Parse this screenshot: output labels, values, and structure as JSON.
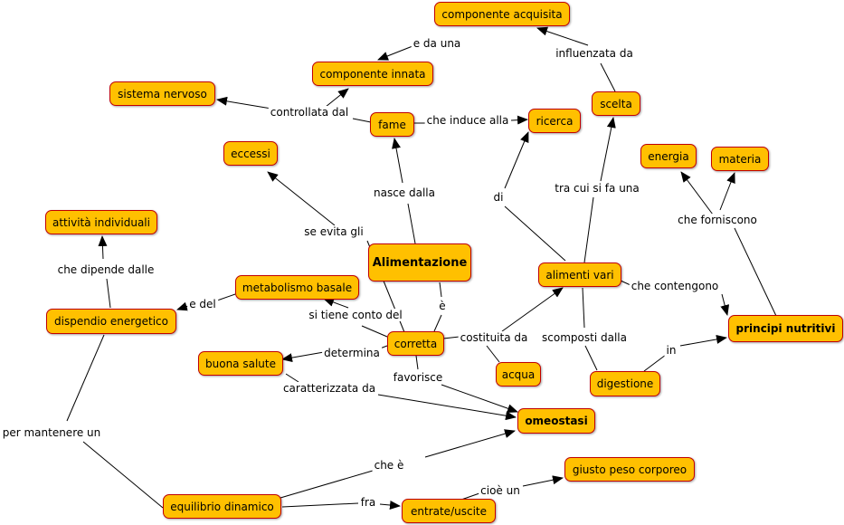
{
  "concepts": {
    "componente_acquisita": "componente acquisita",
    "componente_innata": "componente innata",
    "sistema_nervoso": "sistema nervoso",
    "fame": "fame",
    "ricerca": "ricerca",
    "scelta": "scelta",
    "eccessi": "eccessi",
    "energia": "energia",
    "materia": "materia",
    "attivita_individuali": "attività individuali",
    "alimentazione": "Alimentazione",
    "metabolismo_basale": "metabolismo basale",
    "alimenti_vari": "alimenti vari",
    "dispendio_energetico": "dispendio energetico",
    "principi_nutritivi": "principi nutritivi",
    "corretta": "corretta",
    "buona_salute": "buona salute",
    "acqua": "acqua",
    "digestione": "digestione",
    "omeostasi": "omeostasi",
    "giusto_peso_corporeo": "giusto peso corporeo",
    "equilibrio_dinamico": "equilibrio dinamico",
    "entrate_uscite": "entrate/uscite"
  },
  "links": {
    "e_da_una": "e da una",
    "influenzata_da": "influenzata da",
    "controllata_dal": "controllata dal",
    "che_induce_alla": "che induce alla",
    "tra_cui_si_fa_una": "tra cui si fa una",
    "di": "di",
    "nasce_dalla": "nasce dalla",
    "che_forniscono": "che forniscono",
    "se_evita_gli": "se evita gli",
    "che_dipende_dalle": "che dipende dalle",
    "e_del": "e del",
    "e": "è",
    "si_tiene_conto_del": "si tiene conto del",
    "che_contengono": "che contengono",
    "costituita_da": "costituita da",
    "determina": "determina",
    "scomposti_dalla": "scomposti dalla",
    "in": "in",
    "favorisce": "favorisce",
    "caratterizzata_da": "caratterizzata da",
    "per_mantenere_un": "per mantenere un",
    "che_e": "che è",
    "cioe_un": "cioè un",
    "fra": "fra"
  }
}
